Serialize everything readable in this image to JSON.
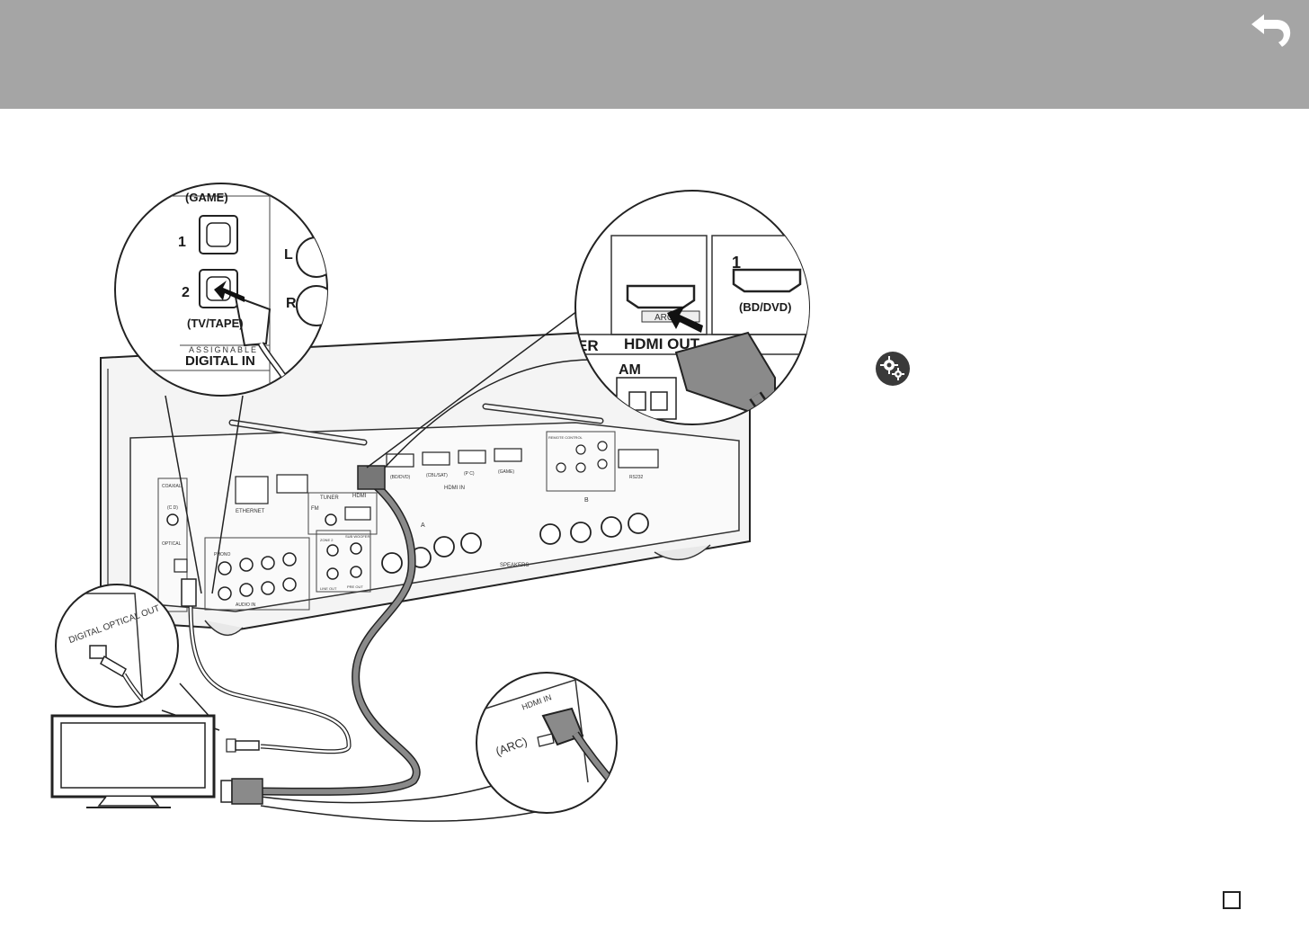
{
  "header": {
    "back_icon": "return-arrow-icon",
    "color": "#a5a5a5"
  },
  "labels": {
    "game": "(GAME)",
    "port_1": "1",
    "port_2": "2",
    "tv_tape": "(TV/TAPE)",
    "assignable": "ASSIGNABLE",
    "digital_in": "DIGITAL IN",
    "ch_l": "L",
    "ch_r": "R",
    "hdmi_1": "1",
    "bd_dvd": "(BD/DVD)",
    "arc": "ARC",
    "hdmi_out": "HDMI OUT",
    "am": "AM",
    "er": "ER",
    "digital_optical_out": "DIGITAL OPTICAL OUT",
    "hdmi_in": "HDMI IN",
    "arc_paren": "(ARC)",
    "ethernet": "ETHERNET",
    "tuner": "TUNER",
    "fm": "FM",
    "hdmi_in_panel": "HDMI IN",
    "audio_in": "AUDIO IN",
    "zone2": "ZONE 2",
    "subwoofer": "SUB WOOFER",
    "line_out": "LINE OUT",
    "pre_out": "PRE OUT",
    "speakers": "SPEAKERS",
    "coaxial": "COAXIAL",
    "cd": "(C D)",
    "optical": "OPTICAL",
    "bd_dvd_small": "(BD/DVD)",
    "cbl_sat": "(CBL/SAT)",
    "pc": "(P C)",
    "game_small": "(GAME)",
    "phono": "PHONO",
    "spk_a": "A",
    "spk_b": "B",
    "rs232": "RS232",
    "remote_control": "REMOTE CONTROL"
  },
  "icons": {
    "settings": "settings-gear-icon",
    "page": "page-square-icon"
  }
}
